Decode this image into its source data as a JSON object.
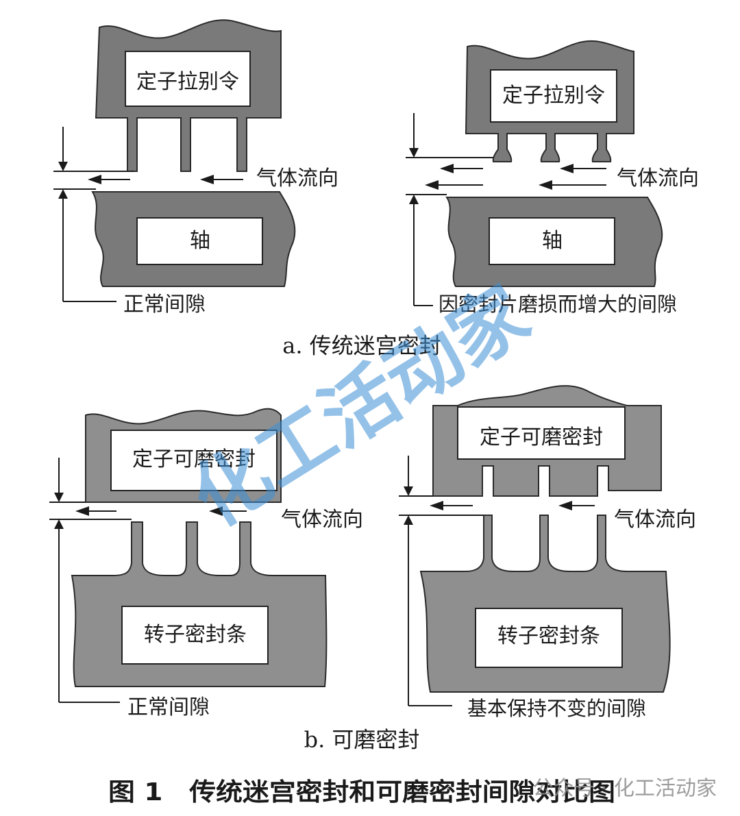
{
  "panel_a": {
    "caption": "a. 传统迷宫密封",
    "left": {
      "stator_label": "定子拉别令",
      "shaft_label": "轴",
      "gas_flow_label": "气体流向",
      "clearance_label": "正常间隙"
    },
    "right": {
      "stator_label": "定子拉别令",
      "shaft_label": "轴",
      "gas_flow_label": "气体流向",
      "clearance_label": "因密封片磨损而增大的间隙"
    }
  },
  "panel_b": {
    "caption": "b. 可磨密封",
    "left": {
      "stator_label": "定子可磨密封",
      "rotor_label": "转子密封条",
      "gas_flow_label": "气体流向",
      "clearance_label": "正常间隙"
    },
    "right": {
      "stator_label": "定子可磨密封",
      "rotor_label": "转子密封条",
      "gas_flow_label": "气体流向",
      "clearance_label": "基本保持不变的间隙"
    }
  },
  "figure_title": "图 1　传统迷宫密封和可磨密封间隙对比图",
  "watermark": {
    "logo_text": "化工活动家",
    "account_text": "公众号 · 化工活动家"
  },
  "colors": {
    "part_gray": "#7a7a7a",
    "part_gray_light": "#8f8f8f",
    "line": "#1a1a1a",
    "watermark_blue": "#3d8fd6"
  }
}
